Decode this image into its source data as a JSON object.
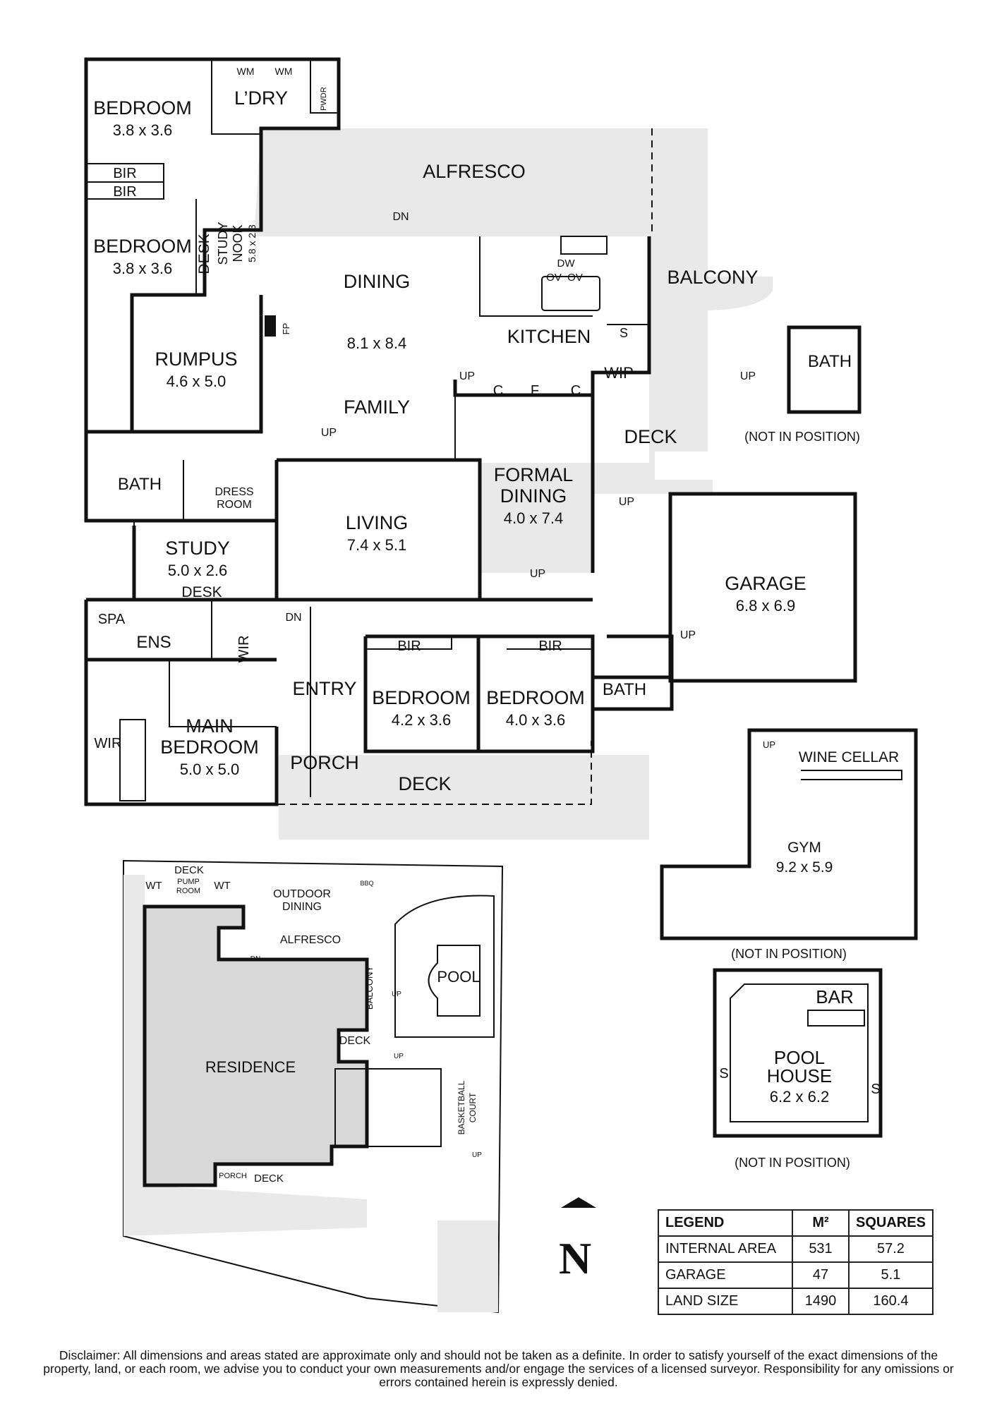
{
  "rooms": {
    "bedroom_1": {
      "name": "BEDROOM",
      "size": "3.8 x 3.6"
    },
    "laundry": {
      "name": "L’DRY"
    },
    "wm_1": "WM",
    "wm_2": "WM",
    "pwdr": "PWDR",
    "bir_1": "BIR",
    "bir_2": "BIR",
    "bedroom_2": {
      "name": "BEDROOM",
      "size": "3.8 x 3.6"
    },
    "desk_1": "DESK",
    "study_nook": {
      "name1": "STUDY",
      "name2": "NOOK",
      "size": "5.8 x 2.3"
    },
    "alfresco": {
      "name": "ALFRESCO",
      "dn": "DN"
    },
    "dining": {
      "name": "DINING",
      "size": "8.1 x 8.4"
    },
    "fp": "FP",
    "dw": "DW",
    "ov_1": "OV",
    "ov_2": "OV",
    "kitchen": {
      "name": "KITCHEN"
    },
    "s_1": "S",
    "wip": "WIP",
    "balcony": "BALCONY",
    "rumpus": {
      "name": "RUMPUS",
      "size": "4.6 x 5.0"
    },
    "family": {
      "name": "FAMILY"
    },
    "up_1": "UP",
    "up_2": "UP",
    "c_1": "C",
    "f": "F",
    "c_2": "C",
    "deck_1": "DECK",
    "bath_1": "BATH",
    "dress_room": {
      "line1": "DRESS",
      "line2": "ROOM"
    },
    "living": {
      "name": "LIVING",
      "size": "7.4 x 5.1"
    },
    "formal_dining": {
      "line1": "FORMAL",
      "line2": "DINING",
      "size": "4.0 x 7.4"
    },
    "up_3": "UP",
    "up_4": "UP",
    "study": {
      "name": "STUDY",
      "size": "5.0 x 2.6"
    },
    "desk_2": "DESK",
    "up_5": "UP",
    "dn_2": "DN",
    "garage": {
      "name": "GARAGE",
      "size": "6.8 x 6.9"
    },
    "up_6": "UP",
    "spa": "SPA",
    "ens": "ENS",
    "wir_1": "WIR",
    "bir_3": "BIR",
    "bir_4": "BIR",
    "entry": "ENTRY",
    "bedroom_3": {
      "name": "BEDROOM",
      "size": "4.2 x 3.6"
    },
    "bedroom_4": {
      "name": "BEDROOM",
      "size": "4.0 x 3.6"
    },
    "bath_2": "BATH",
    "wir_2": "WIR",
    "main_bedroom": {
      "line1": "MAIN",
      "line2": "BEDROOM",
      "size": "5.0 x 5.0"
    },
    "porch": "PORCH",
    "deck_2": "DECK"
  },
  "detached": {
    "bath": {
      "name": "BATH",
      "note": "(NOT IN POSITION)"
    },
    "gym": {
      "up": "UP",
      "wine": "WINE CELLAR",
      "name": "GYM",
      "size": "9.2 x 5.9",
      "note": "(NOT IN POSITION)"
    },
    "pool_house": {
      "bar": "BAR",
      "line1": "POOL",
      "line2": "HOUSE",
      "size": "6.2 x 6.2",
      "s1": "S",
      "s2": "S",
      "note": "(NOT IN POSITION)"
    }
  },
  "site": {
    "deck_top": "DECK",
    "wt_1": "WT",
    "pump_1": "PUMP",
    "pump_2": "ROOM",
    "wt_2": "WT",
    "outdoor_1": "OUTDOOR",
    "outdoor_2": "DINING",
    "bbq": "BBQ",
    "alfresco": "ALFRESCO",
    "dn": "DN",
    "balcony": "BALCONY",
    "pool": "POOL",
    "up_1": "UP",
    "deck_mid": "DECK",
    "up_2": "UP",
    "residence": "RESIDENCE",
    "basketball_1": "BASKETBALL",
    "basketball_2": "COURT",
    "up_3": "UP",
    "porch": "PORCH",
    "deck_bottom": "DECK"
  },
  "legend": {
    "headers": [
      "LEGEND",
      "M²",
      "SQUARES"
    ],
    "rows": [
      {
        "label": "INTERNAL AREA",
        "m2": "531",
        "squares": "57.2"
      },
      {
        "label": "GARAGE",
        "m2": "47",
        "squares": "5.1"
      },
      {
        "label": "LAND SIZE",
        "m2": "1490",
        "squares": "160.4"
      }
    ]
  },
  "compass": "N",
  "disclaimer": "Disclaimer: All dimensions and areas stated are approximate only and should not be taken as a definite. In order to satisfy yourself of the exact dimensions of the property, land, or each room, we advise you to conduct your own measurements and/or engage the services of a licensed surveyor. Responsibility for any omissions or errors contained herein is expressly denied."
}
